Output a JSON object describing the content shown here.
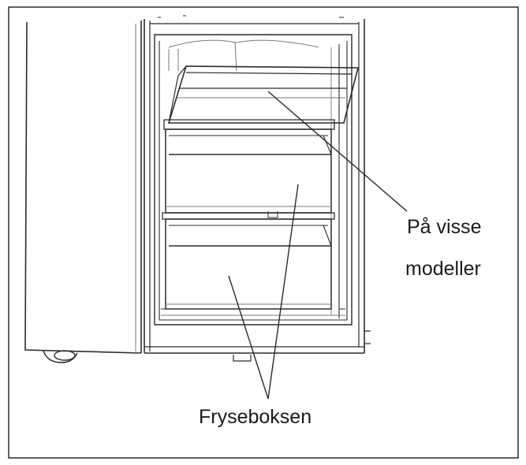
{
  "labels": {
    "optional_shelf_line1": "På visse",
    "optional_shelf_line2": "modeller",
    "freezer_drawers": "Fryseboksen"
  },
  "colors": {
    "line": "#2b2b2b",
    "light_line": "#7a7a7a",
    "background": "#ffffff"
  }
}
